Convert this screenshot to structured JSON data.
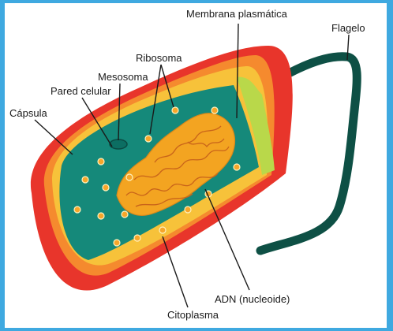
{
  "labels": {
    "membrana": "Membrana plasmática",
    "flagelo": "Flagelo",
    "ribosoma": "Ribosoma",
    "mesosoma": "Mesosoma",
    "pared": "Pared celular",
    "capsula": "Cápsula",
    "adn": "ADN (nucleoide)",
    "citoplasma": "Citoplasma"
  },
  "colors": {
    "capsule": "#e8352b",
    "wall": "#f58a2e",
    "membrane_band": "#f7c23a",
    "membrane_cut": "#b9d84a",
    "cytoplasm": "#15897a",
    "dna": "#f3a421",
    "flagellum": "#0e5045",
    "ribosome": "#f7a62a",
    "background_border": "#3fa9e0"
  }
}
